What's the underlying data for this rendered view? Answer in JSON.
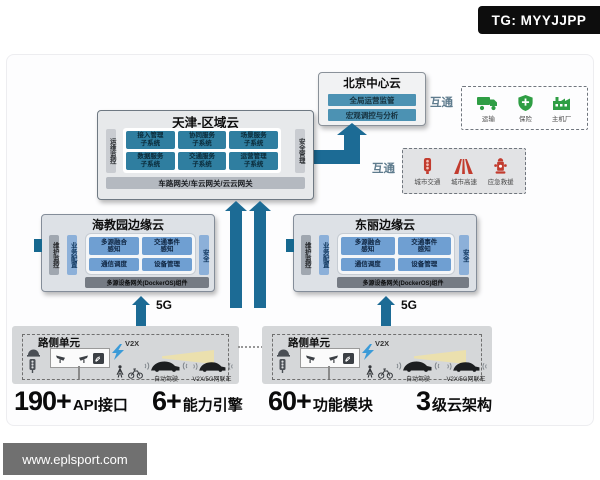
{
  "badge": {
    "text": "TG: MYYJJPP"
  },
  "watermark": {
    "text": "www.eplsport.com"
  },
  "colors": {
    "arrow_accent": "#1c6b95",
    "green_icons": "#2f9e44",
    "red_icons": "#c23b2e",
    "module_teal": "#2f7ea0",
    "module_blue": "#6f9fd2"
  },
  "beijing": {
    "title": "北京中心云",
    "bars": [
      "全局运营监管",
      "宏观调控与分析"
    ]
  },
  "interop_top": {
    "label": "互通",
    "items": [
      {
        "icon": "truck-icon",
        "label": "运输"
      },
      {
        "icon": "shield-icon",
        "label": "保险"
      },
      {
        "icon": "factory-icon",
        "label": "主机厂"
      }
    ]
  },
  "interop_mid": {
    "label": "互通",
    "items": [
      {
        "icon": "traffic-light-icon",
        "label": "城市交通"
      },
      {
        "icon": "highway-icon",
        "label": "城市高速"
      },
      {
        "icon": "hydrant-icon",
        "label": "应急救援"
      }
    ]
  },
  "tianjin": {
    "title": "天津-区域云",
    "left_bar": "运维监控",
    "right_bar": "安全管理",
    "modules": [
      {
        "l1": "接入管理",
        "l2": "子系统"
      },
      {
        "l1": "协同服务",
        "l2": "子系统"
      },
      {
        "l1": "场景服务",
        "l2": "子系统"
      },
      {
        "l1": "数据服务",
        "l2": "子系统"
      },
      {
        "l1": "交通服务",
        "l2": "子系统"
      },
      {
        "l1": "运营管理",
        "l2": "子系统"
      }
    ],
    "gateway": "车路网关/车云网关/云云网关"
  },
  "edge_left": {
    "title": "海教园边缘云",
    "maintain_bar": "维护监控",
    "config_bar": "业务配置",
    "security_bar": "安全",
    "modules": [
      {
        "l1": "多源融合",
        "l2": "感知"
      },
      {
        "l1": "交通事件",
        "l2": "感知"
      },
      {
        "l1": "通信调度",
        "l2": ""
      },
      {
        "l1": "设备管理",
        "l2": ""
      }
    ],
    "gateway": "多源设备网关(DockerOS)组件"
  },
  "edge_right": {
    "title": "东丽边缘云",
    "maintain_bar": "维护监控",
    "config_bar": "业务配置",
    "security_bar": "安全",
    "modules": [
      {
        "l1": "多源融合",
        "l2": "感知"
      },
      {
        "l1": "交通事件",
        "l2": "感知"
      },
      {
        "l1": "通信调度",
        "l2": ""
      },
      {
        "l1": "设备管理",
        "l2": ""
      }
    ],
    "gateway": "多源设备网关(DockerOS)组件"
  },
  "links": {
    "g5_left": "5G",
    "g5_right": "5G"
  },
  "roadside_left": {
    "title": "路侧单元",
    "v2x": "V2X",
    "car1": "自动驾驶",
    "car2": "V2X/5G网联车"
  },
  "roadside_right": {
    "title": "路侧单元",
    "v2x": "V2X",
    "car1": "自动驾驶",
    "car2": "V2X/5G网联车"
  },
  "stats": [
    {
      "num": "190+",
      "label": "API接口"
    },
    {
      "num": "6+",
      "label": "能力引擎"
    },
    {
      "num": "60+",
      "label": "功能模块"
    },
    {
      "num": "3",
      "label": "级云架构"
    }
  ]
}
